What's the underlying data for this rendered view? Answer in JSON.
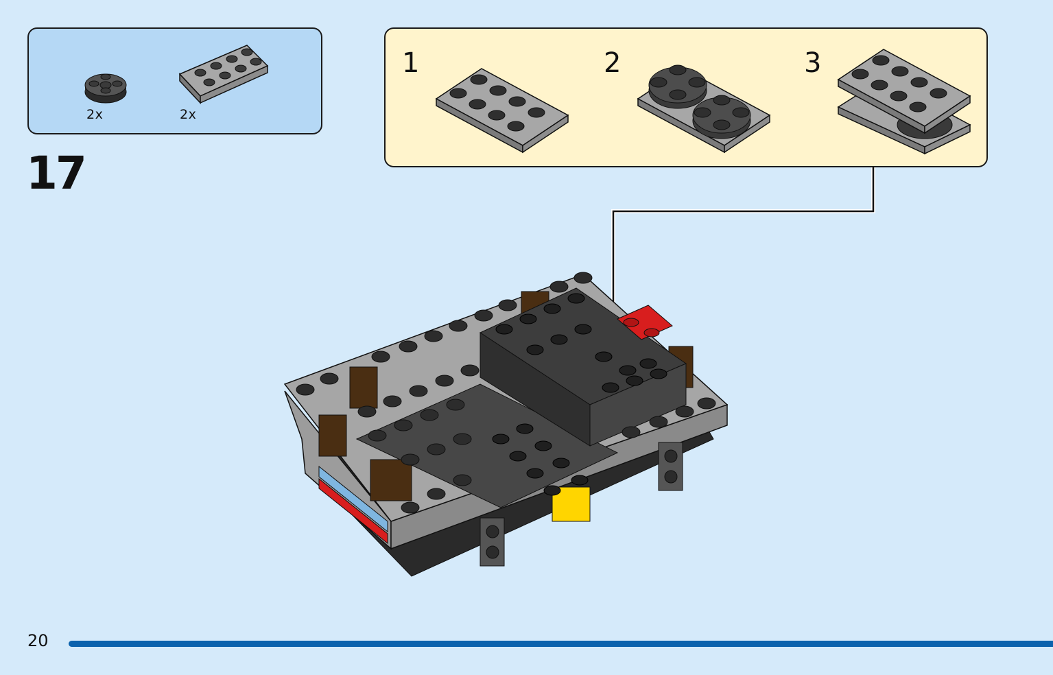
{
  "page": {
    "number": "20",
    "background_color": "#d5eafa",
    "rule_color": "#0b62ad"
  },
  "step": {
    "number": "17"
  },
  "parts_list": {
    "background_color": "#b5d8f5",
    "items": [
      {
        "part": "round-plate-2x2-dark-gray-icon",
        "quantity": "2x"
      },
      {
        "part": "plate-2x4-light-gray-icon",
        "quantity": "2x"
      }
    ]
  },
  "sub_assembly": {
    "background_color": "#fff4cc",
    "steps": [
      {
        "number": "1",
        "image": "plate-2x4-light-gray-with-2x4-dark-plate"
      },
      {
        "number": "2",
        "image": "round-plates-attached-icon"
      },
      {
        "number": "3",
        "image": "stacked-plate-assembly-icon"
      }
    ]
  },
  "main_model": {
    "image": "car-chassis-assembly",
    "colors": [
      "#9a9a9a",
      "#3f3f3f",
      "#4a2e12",
      "#d81e1e",
      "#ffd500",
      "#7fb6e0"
    ]
  }
}
